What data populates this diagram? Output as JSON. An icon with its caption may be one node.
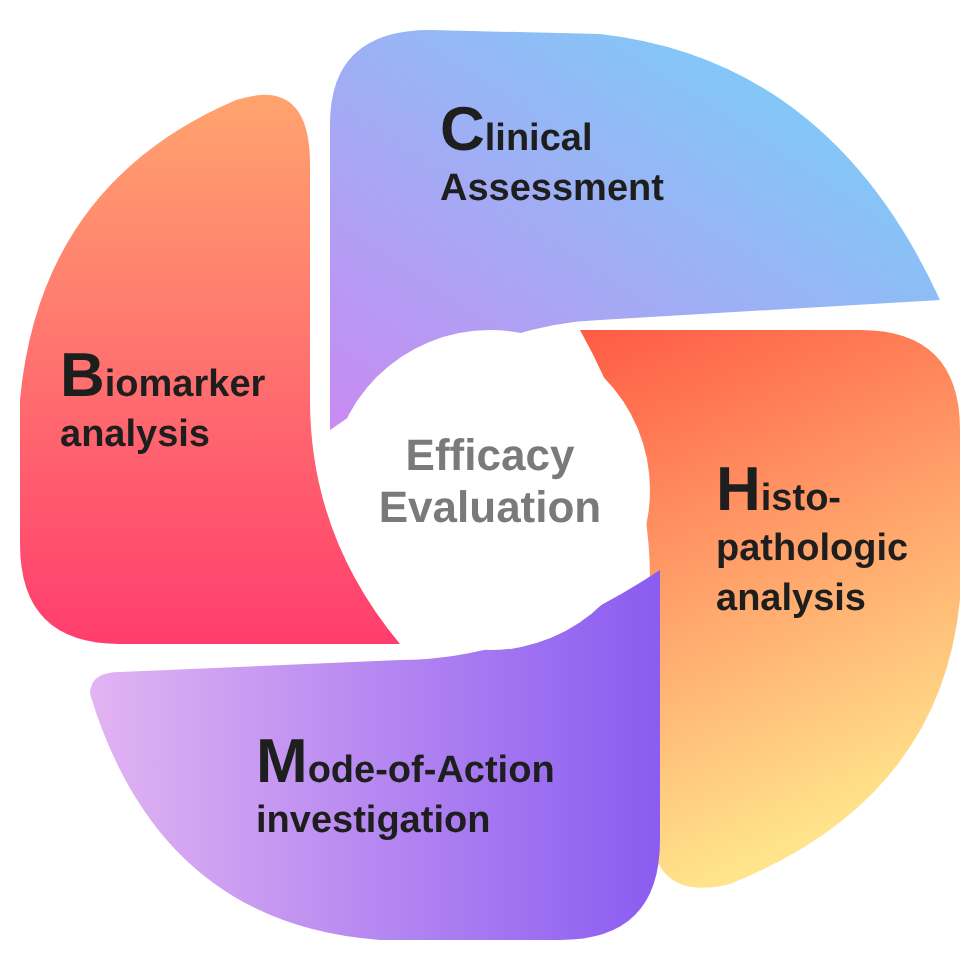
{
  "diagram": {
    "nodes": [
      {
        "text": [
          "Clinical Assessment"
        ]
      },
      {
        "text": [
          "Biomarker analysis"
        ]
      },
      {
        "text": [
          "Efficacy Evaluation"
        ]
      },
      {
        "text": [
          "Histo-pathologic analysis"
        ]
      },
      {
        "text": [
          "Mode-of-Action investigation"
        ]
      }
    ]
  }
}
